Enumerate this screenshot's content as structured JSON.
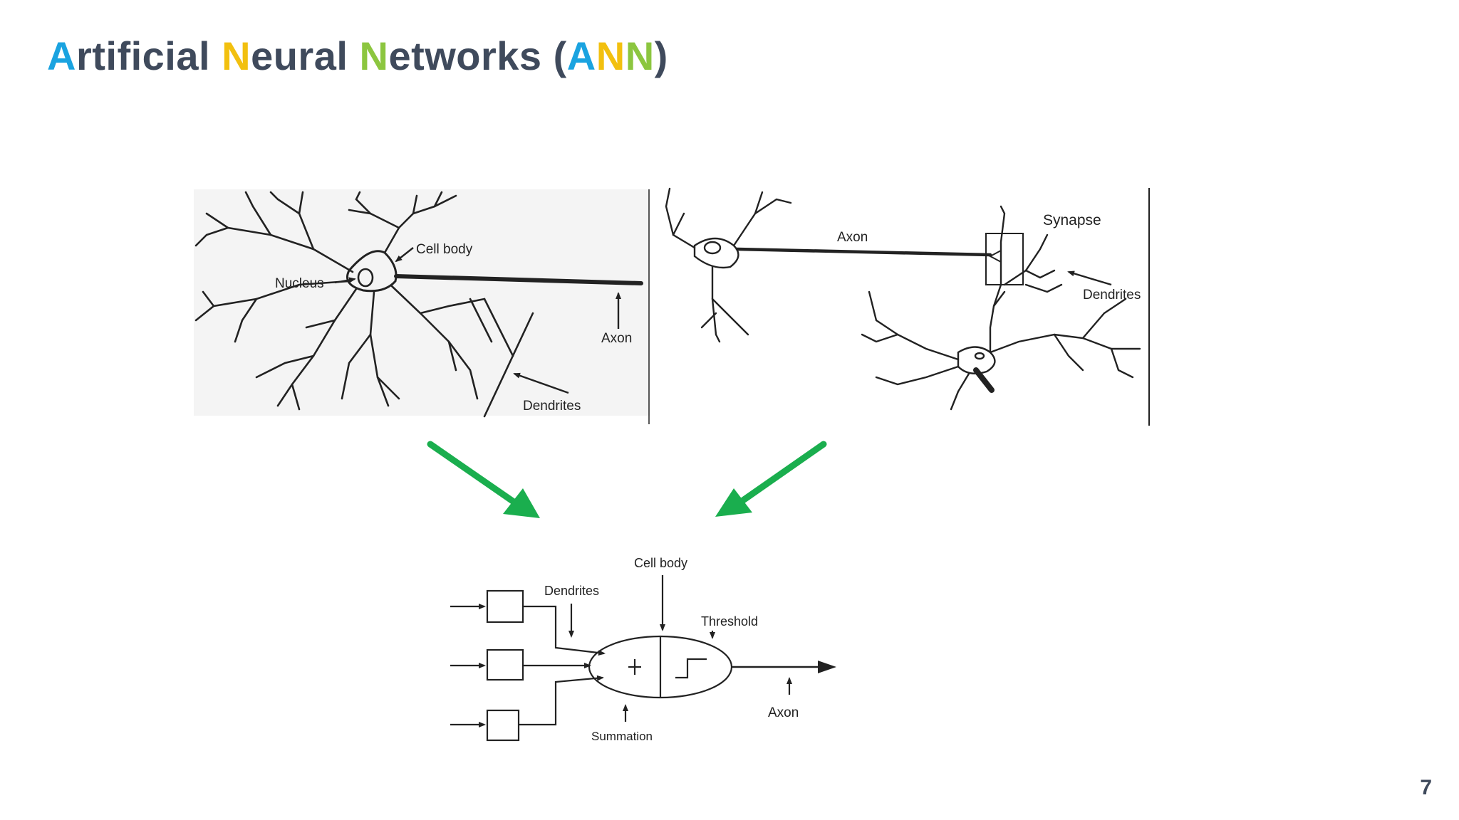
{
  "slide": {
    "title": {
      "segments": [
        {
          "text": "A",
          "color": "blue"
        },
        {
          "text": "rtificial ",
          "color": "default"
        },
        {
          "text": "N",
          "color": "yellow"
        },
        {
          "text": "eural ",
          "color": "default"
        },
        {
          "text": "N",
          "color": "green"
        },
        {
          "text": "etworks (",
          "color": "default"
        },
        {
          "text": "A",
          "color": "blue"
        },
        {
          "text": "N",
          "color": "yellow"
        },
        {
          "text": "N",
          "color": "green"
        },
        {
          "text": ")",
          "color": "default"
        }
      ]
    },
    "page_number": "7",
    "colors": {
      "title_text": "#3f4a5c",
      "accent_blue": "#1aa3e0",
      "accent_yellow": "#f2c00f",
      "accent_green": "#8cc63f",
      "arrow_green": "#1aae4e"
    }
  },
  "neuron_left": {
    "cell_body": "Cell body",
    "nucleus": "Nucleus",
    "axon": "Axon",
    "dendrites": "Dendrites"
  },
  "neuron_right": {
    "axon": "Axon",
    "synapse": "Synapse",
    "dendrites": "Dendrites"
  },
  "artificial_neuron": {
    "cell_body": "Cell body",
    "dendrites": "Dendrites",
    "threshold": "Threshold",
    "axon": "Axon",
    "summation": "Summation"
  }
}
